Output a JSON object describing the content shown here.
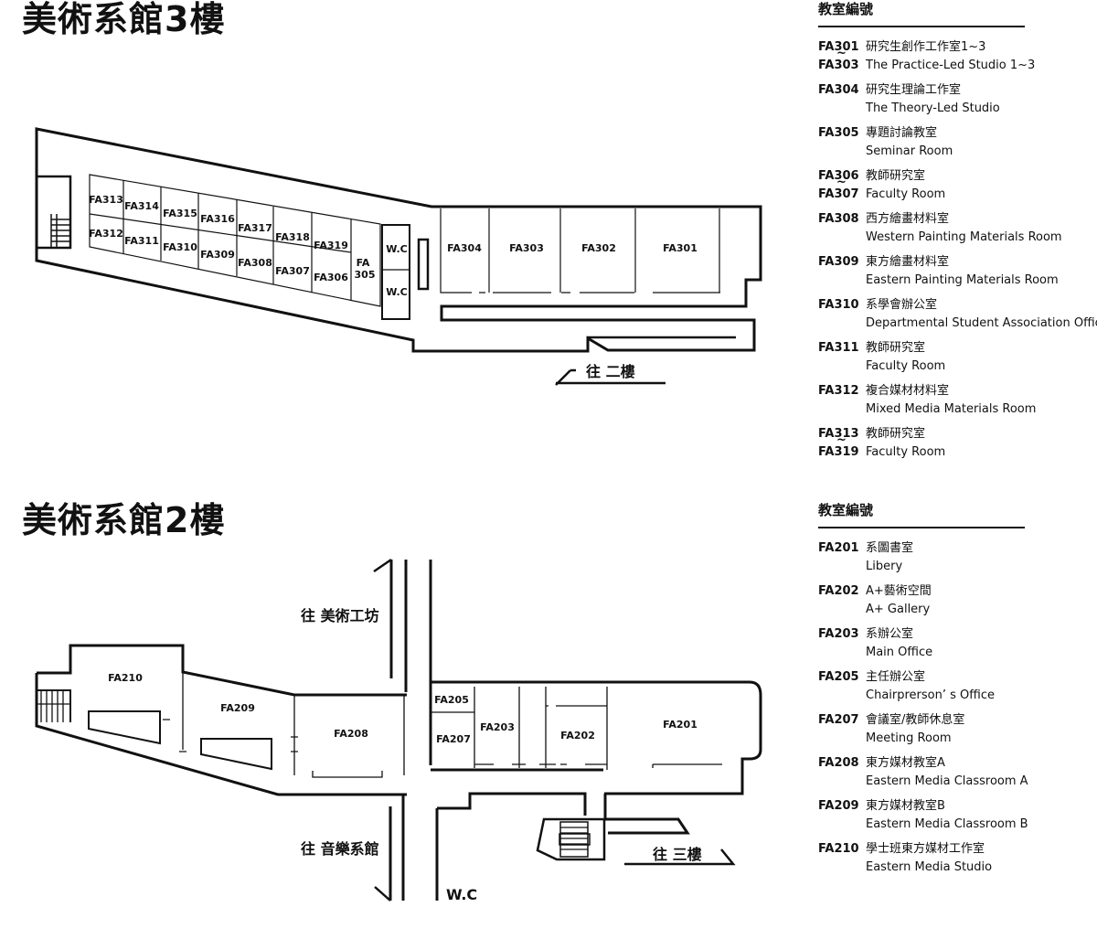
{
  "floor3": {
    "title": "美術系館3樓",
    "direction_label": "往 二樓",
    "rooms": {
      "FA313": "FA313",
      "FA314": "FA314",
      "FA315": "FA315",
      "FA316": "FA316",
      "FA317": "FA317",
      "FA318": "FA318",
      "FA319": "FA319",
      "FA312": "FA312",
      "FA311": "FA311",
      "FA310": "FA310",
      "FA309": "FA309",
      "FA308": "FA308",
      "FA307": "FA307",
      "FA306": "FA306",
      "FA305_line1": "FA",
      "FA305_line2": "305",
      "WC_top": "W.C",
      "WC_bottom": "W.C",
      "FA304": "FA304",
      "FA303": "FA303",
      "FA302": "FA302",
      "FA301": "FA301"
    },
    "legend": {
      "heading": "教室編號",
      "items": [
        {
          "code": "FA301",
          "code_end": "FA303",
          "zh": "研究生創作工作室1~3",
          "en": "The Practice-Led Studio 1~3"
        },
        {
          "code": "FA304",
          "zh": "研究生理論工作室",
          "en": "The Theory-Led Studio"
        },
        {
          "code": "FA305",
          "zh": "專題討論教室",
          "en": "Seminar Room"
        },
        {
          "code": "FA306",
          "code_end": "FA307",
          "zh": "教師研究室",
          "en": "Faculty Room"
        },
        {
          "code": "FA308",
          "zh": "西方繪畫材料室",
          "en": "Western Painting Materials Room"
        },
        {
          "code": "FA309",
          "zh": "東方繪畫材料室",
          "en": "Eastern Painting Materials Room"
        },
        {
          "code": "FA310",
          "zh": "系學會辦公室",
          "en": "Departmental Student Association Office"
        },
        {
          "code": "FA311",
          "zh": "教師研究室",
          "en": "Faculty Room"
        },
        {
          "code": "FA312",
          "zh": "複合媒材材料室",
          "en": "Mixed Media Materials Room"
        },
        {
          "code": "FA313",
          "code_end": "FA319",
          "zh": "教師研究室",
          "en": "Faculty Room"
        }
      ]
    }
  },
  "floor2": {
    "title": "美術系館2樓",
    "direction_labels": {
      "workshop": "往 美術工坊",
      "music": "往 音樂系館",
      "up": "往 三樓",
      "wc": "W.C"
    },
    "rooms": {
      "FA210": "FA210",
      "FA209": "FA209",
      "FA208": "FA208",
      "FA205": "FA205",
      "FA207": "FA207",
      "FA203": "FA203",
      "FA202": "FA202",
      "FA201": "FA201"
    },
    "legend": {
      "heading": "教室編號",
      "items": [
        {
          "code": "FA201",
          "zh": "系圖書室",
          "en": "Libery"
        },
        {
          "code": "FA202",
          "zh": "A+藝術空間",
          "en": "A+ Gallery"
        },
        {
          "code": "FA203",
          "zh": "系辦公室",
          "en": "Main Office"
        },
        {
          "code": "FA205",
          "zh": "主任辦公室",
          "en": "Chairprerson’ s Office"
        },
        {
          "code": "FA207",
          "zh": "會議室/教師休息室",
          "en": "Meeting Room"
        },
        {
          "code": "FA208",
          "zh": "東方媒材教室A",
          "en": "Eastern Media Classroom A"
        },
        {
          "code": "FA209",
          "zh": "東方媒材教室B",
          "en": "Eastern Media Classroom B"
        },
        {
          "code": "FA210",
          "zh": "學士班東方媒材工作室",
          "en": "Eastern Media Studio"
        }
      ]
    }
  },
  "legend_tilde": "~"
}
